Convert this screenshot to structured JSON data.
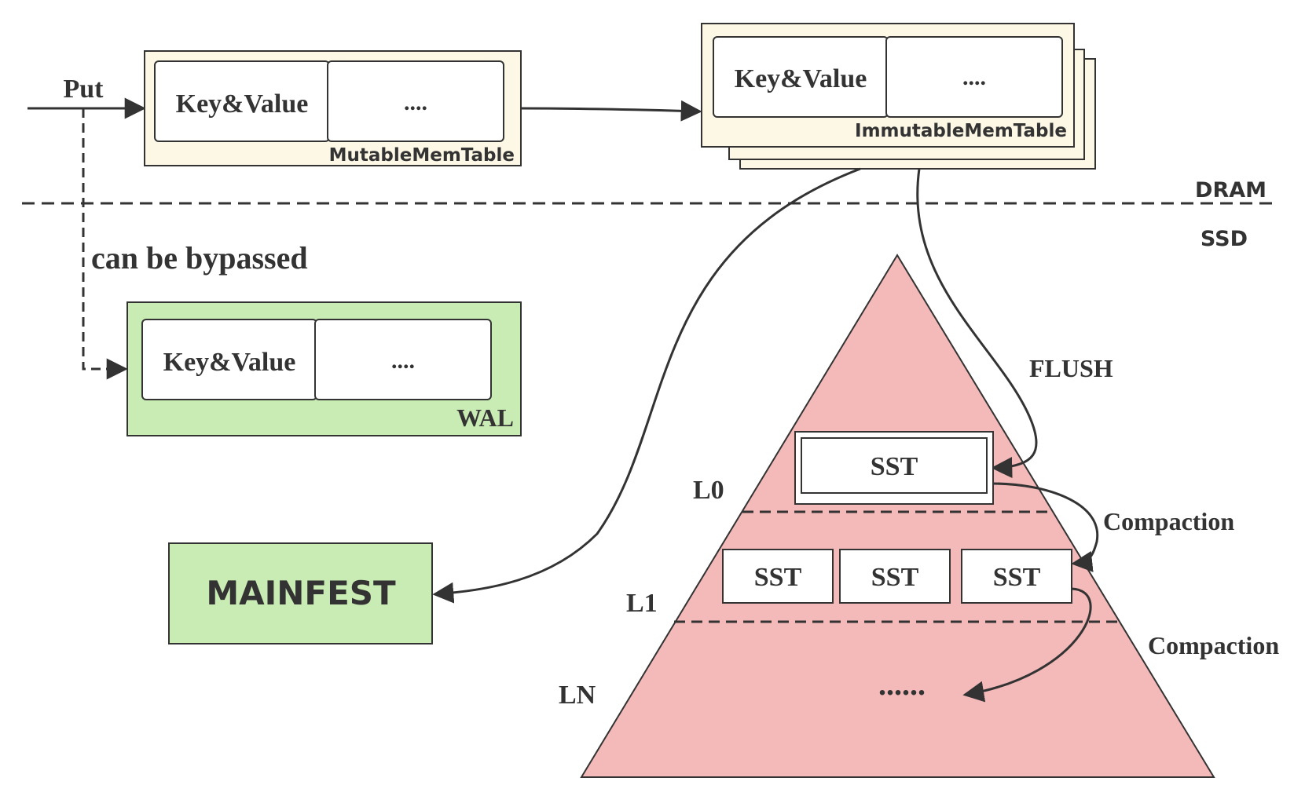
{
  "put_label": "Put",
  "bypass_label": "can be bypassed",
  "mutable": {
    "cell_left": "Key&Value",
    "cell_right": "....",
    "caption": "MutableMemTable"
  },
  "immutable": {
    "cell_left": "Key&Value",
    "cell_right": "....",
    "caption": "ImmutableMemTable"
  },
  "wal": {
    "cell_left": "Key&Value",
    "cell_right": "....",
    "caption": "WAL"
  },
  "dram_label": "DRAM",
  "ssd_label": "SSD",
  "manifest_label": "MAINFEST",
  "flush_label": "FLUSH",
  "compaction_label_1": "Compaction",
  "compaction_label_2": "Compaction",
  "levels": {
    "l0": "L0",
    "l1": "L1",
    "ln": "LN"
  },
  "sst_label": "SST",
  "ln_ellipsis": "......",
  "colors": {
    "memtable_fill": "#fdf8e6",
    "green_fill": "#c9ecb4",
    "pyramid_fill": "#f4b9b9",
    "stroke": "#333333"
  }
}
